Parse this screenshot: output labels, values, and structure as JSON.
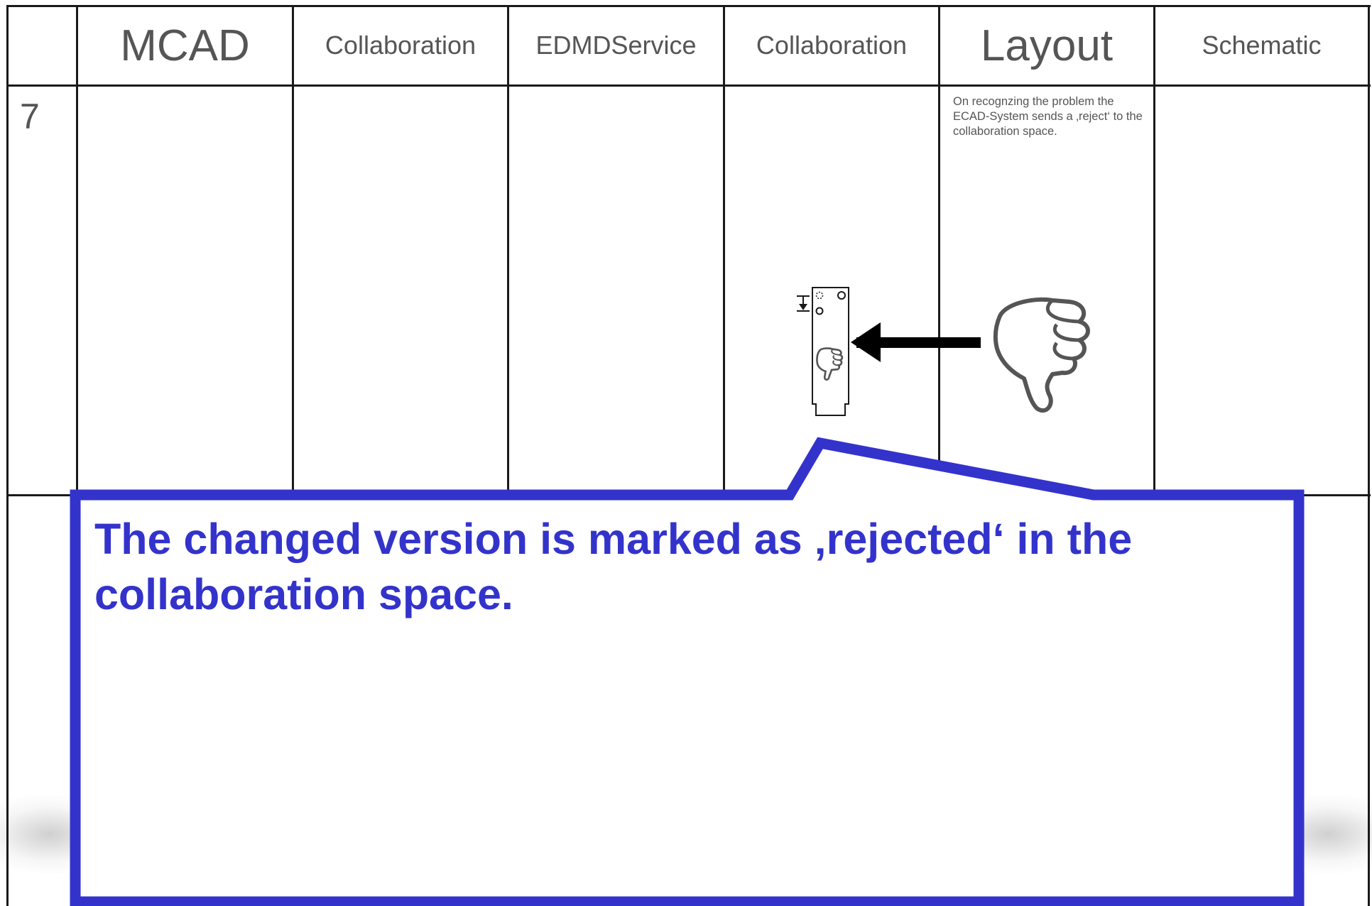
{
  "columns": [
    {
      "label": "MCAD"
    },
    {
      "label": "Collaboration"
    },
    {
      "label": "EDMDService"
    },
    {
      "label": "Collaboration"
    },
    {
      "label": "Layout"
    },
    {
      "label": "Schematic"
    }
  ],
  "row": {
    "number": "7"
  },
  "layout_note": "On recognzing the problem the ECAD-System sends a ‚reject‘ to the collaboration space.",
  "callout": {
    "text": "The changed version is marked as ‚rejected‘ in the collaboration space.",
    "color": "#3333cc"
  },
  "icons": {
    "board": "pcb-board-icon",
    "arrow": "left-arrow-icon",
    "thumb": "thumbs-down-icon"
  }
}
